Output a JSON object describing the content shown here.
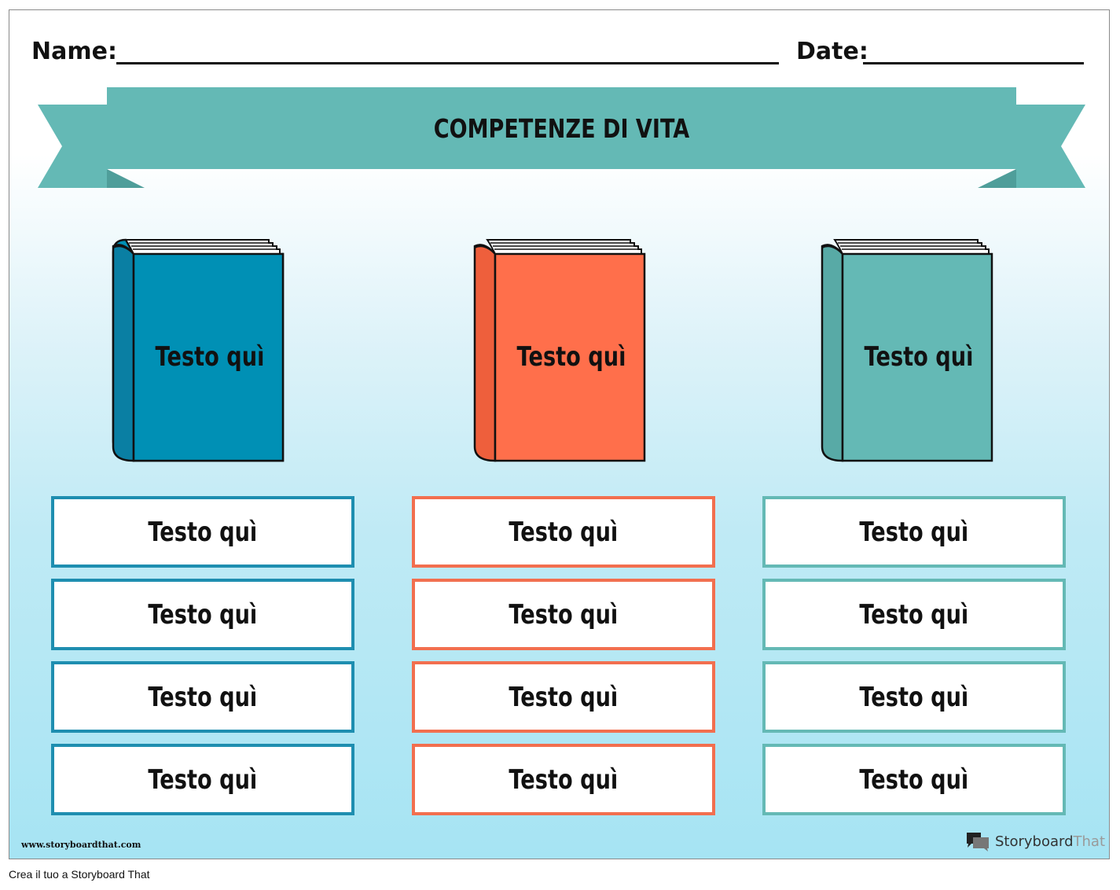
{
  "header": {
    "name_label": "Name:",
    "date_label": "Date:"
  },
  "banner": {
    "title": "COMPETENZE DI VITA"
  },
  "columns": [
    {
      "color": "#0090b5",
      "book_label": "Testo quì",
      "boxes": [
        "Testo quì",
        "Testo quì",
        "Testo quì",
        "Testo quì"
      ]
    },
    {
      "color": "#ff6f4b",
      "book_label": "Testo quì",
      "boxes": [
        "Testo quì",
        "Testo quì",
        "Testo quì",
        "Testo quì"
      ]
    },
    {
      "color": "#64b9b5",
      "book_label": "Testo quì",
      "boxes": [
        "Testo quì",
        "Testo quì",
        "Testo quì",
        "Testo quì"
      ]
    }
  ],
  "watermark": {
    "url": "www.storyboardthat.com",
    "brand_storyboard": "Storyboard",
    "brand_that": "That"
  },
  "footer": {
    "text": "Crea il tuo a Storyboard That"
  },
  "colors": {
    "banner": "#64b9b5",
    "banner_dark": "#4f9e9a"
  }
}
